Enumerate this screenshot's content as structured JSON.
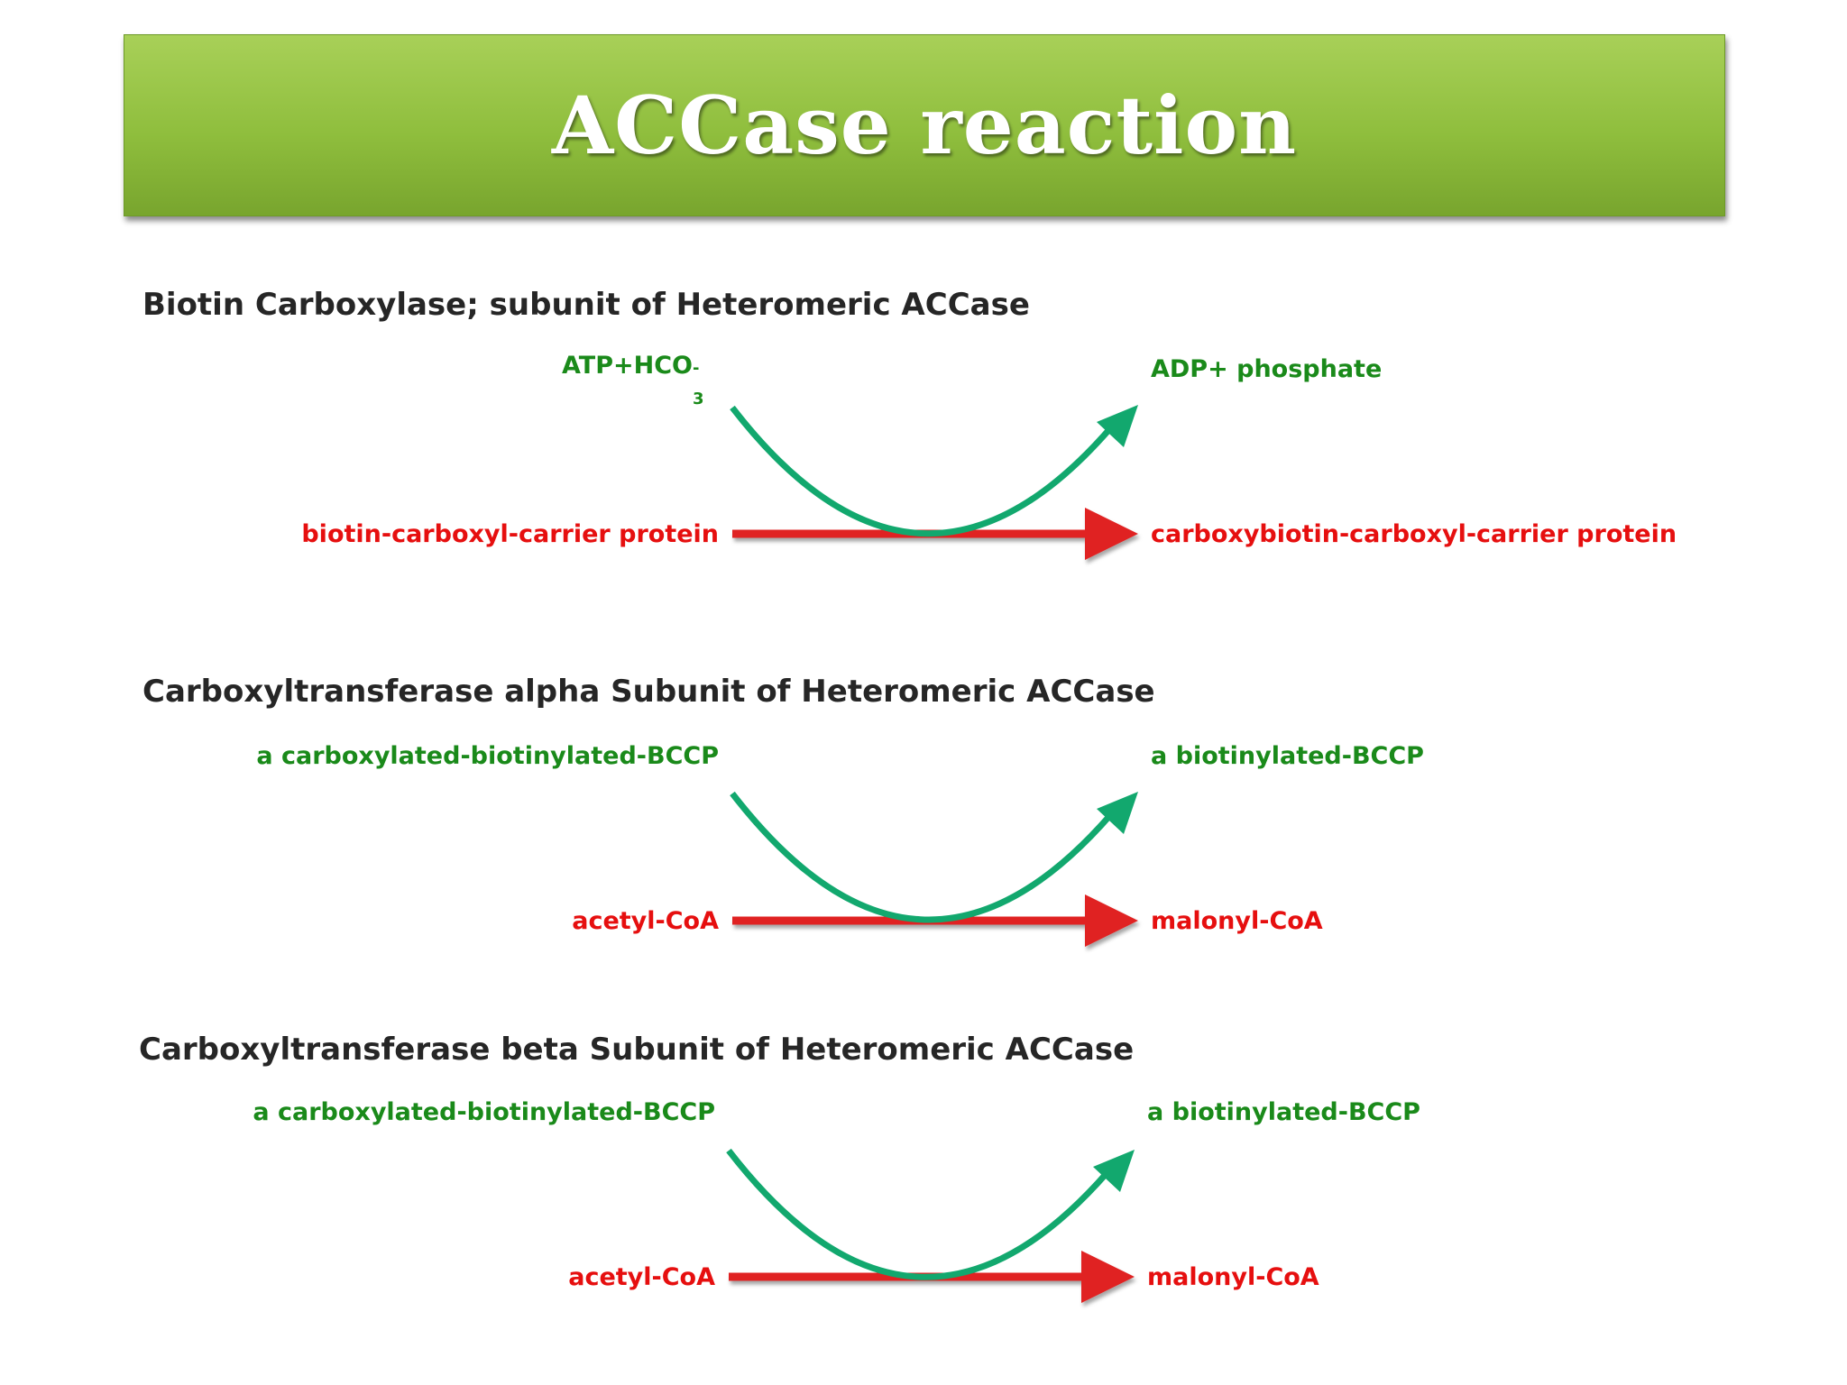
{
  "title": "ACCase reaction",
  "sections": [
    {
      "heading": "Biotin Carboxylase; subunit of Heteromeric ACCase",
      "cofactor_in": {
        "text": "ATP+HCO",
        "sub": "3",
        "sup": "-"
      },
      "cofactor_out": "ADP+ phosphate",
      "substrate": "biotin-carboxyl-carrier protein",
      "product": "carboxybiotin-carboxyl-carrier protein"
    },
    {
      "heading": "Carboxyltransferase alpha Subunit of Heteromeric ACCase",
      "cofactor_in": "a carboxylated-biotinylated-BCCP",
      "cofactor_out": "a biotinylated-BCCP",
      "substrate": "acetyl-CoA",
      "product": "malonyl-CoA"
    },
    {
      "heading": "Carboxyltransferase beta Subunit of Heteromeric ACCase",
      "cofactor_in": "a carboxylated-biotinylated-BCCP",
      "cofactor_out": "a biotinylated-BCCP",
      "substrate": "acetyl-CoA",
      "product": "malonyl-CoA"
    }
  ],
  "colors": {
    "banner": "#8fbe3d",
    "curve_arrow": "#12a86e",
    "main_arrow": "#e02020",
    "cofactor_text": "#1a8a1a",
    "substrate_text": "#e60f0f"
  }
}
